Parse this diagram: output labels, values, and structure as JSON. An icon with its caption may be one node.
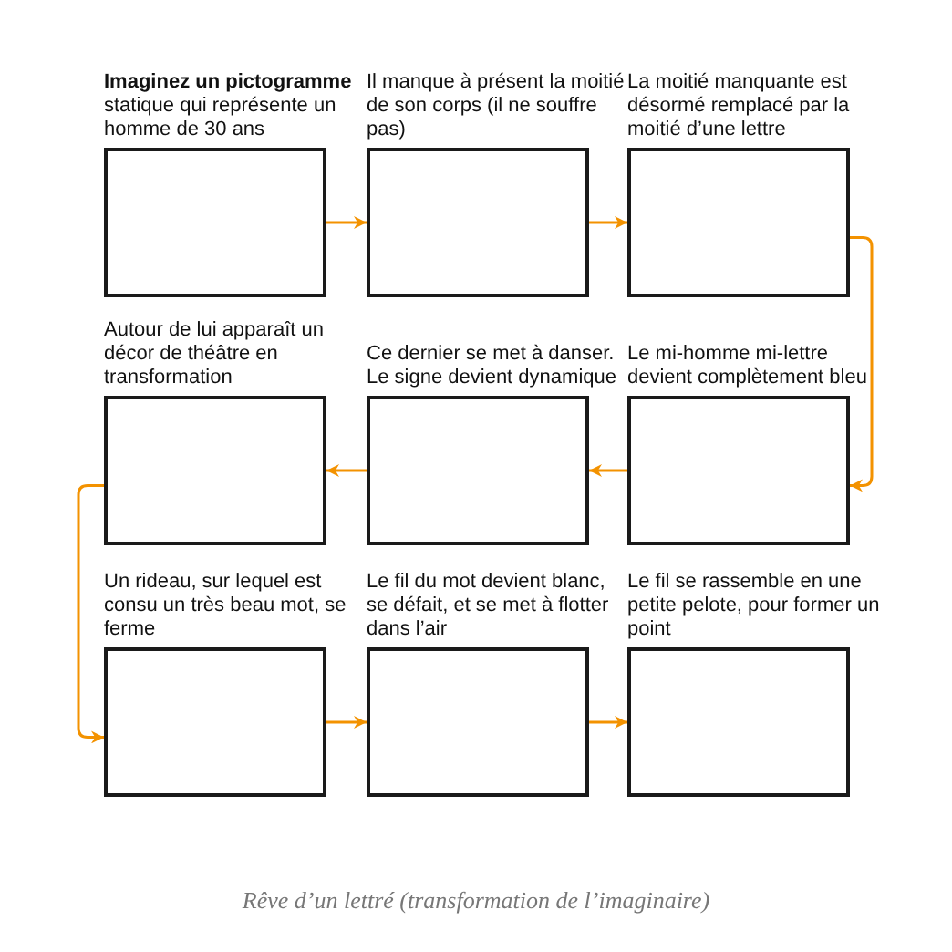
{
  "diagram": {
    "caption": "Rêve d’un lettré (transformation de l’imaginaire)",
    "nodes": [
      {
        "text": [
          "**Imaginez un pictogramme** statique qui représente un homme de 30 ans"
        ]
      },
      {
        "text": [
          "Il manque à présent la moitié de son corps (il ne souffre pas)"
        ]
      },
      {
        "text": [
          "La moitié manquante est désormé remplacé par la moitié d’une lettre"
        ]
      },
      {
        "text": [
          "Autour de lui apparaît un décor de théâtre en transformation"
        ]
      },
      {
        "text": [
          "Ce dernier se met à danser. Le signe devient dynamique"
        ]
      },
      {
        "text": [
          "Le mi-homme mi-lettre devient complètement bleu"
        ]
      },
      {
        "text": [
          "Un rideau, sur lequel est consu un très beau mot, se ferme"
        ]
      },
      {
        "text": [
          "Le fil du mot devient blanc, se défait, et se met à flotter dans l’air"
        ]
      },
      {
        "text": [
          "Le fil se rassemble en une petite pelote, pour former un point"
        ]
      }
    ],
    "edges": [
      {
        "from": 0,
        "to": 1,
        "arrow": "to"
      },
      {
        "from": 1,
        "to": 2,
        "arrow": "to"
      },
      {
        "from": 2,
        "to": 5,
        "arrow": "to"
      },
      {
        "from": 5,
        "to": 4,
        "arrow": "to"
      },
      {
        "from": 4,
        "to": 3,
        "arrow": "to"
      },
      {
        "from": 3,
        "to": 6,
        "arrow": "to"
      },
      {
        "from": 6,
        "to": 7,
        "arrow": "to"
      },
      {
        "from": 7,
        "to": 8,
        "arrow": "to"
      }
    ]
  }
}
